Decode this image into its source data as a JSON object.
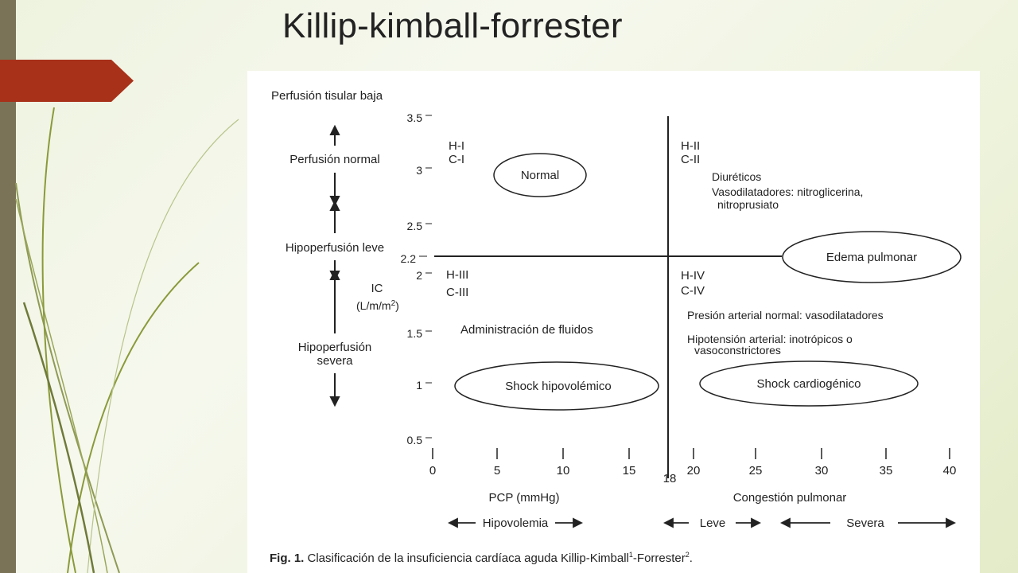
{
  "slide": {
    "title": "Killip-kimball-forrester"
  },
  "figure": {
    "perfusion_label": "Perfusión tisular baja",
    "perf_normal": "Perfusión normal",
    "hipo_leve": "Hipoperfusión leve",
    "hipo_severa_1": "Hipoperfusión",
    "hipo_severa_2": "severa",
    "ic_label": "IC",
    "ic_units_pre": "(L/m/m",
    "ic_units_sup": "2",
    "ic_units_post": ")",
    "y_ticks": [
      "3.5",
      "3",
      "2.5",
      "2.2",
      "2",
      "1.5",
      "1",
      "0.5"
    ],
    "x_ticks": [
      "0",
      "5",
      "10",
      "15",
      "18",
      "20",
      "25",
      "30",
      "35",
      "40"
    ],
    "q1": {
      "h": "H-I",
      "c": "C-I",
      "oval": "Normal"
    },
    "q2": {
      "h": "H-II",
      "c": "C-II",
      "t1": "Diuréticos",
      "t2": "Vasodilatadores: nitroglicerina,",
      "t3": "nitroprusiato"
    },
    "q3": {
      "h": "H-III",
      "c": "C-III",
      "t1": "Administración de fluidos",
      "oval": "Shock hipovolémico"
    },
    "q4": {
      "h": "H-IV",
      "c": "C-IV",
      "t1": "Presión arterial normal: vasodilatadores",
      "t2": "Hipotensión arterial: inotrópicos o",
      "t3": "vasoconstrictores",
      "oval": "Shock cardiogénico",
      "edema": "Edema pulmonar"
    },
    "x_label": "PCP (mmHg)",
    "congestion_label": "Congestión pulmonar",
    "hipovolemia": "Hipovolemia",
    "leve": "Leve",
    "severa": "Severa",
    "caption_bold": "Fig. 1.",
    "caption_pre": " Clasificación de la insuficiencia cardíaca aguda Killip-Kimball",
    "caption_sup1": "1",
    "caption_mid": "-Forrester",
    "caption_sup2": "2",
    "caption_end": "."
  },
  "colors": {
    "accent": "#a8311a",
    "sidebar": "#7a7358",
    "swirl": "#8a9a3a"
  }
}
